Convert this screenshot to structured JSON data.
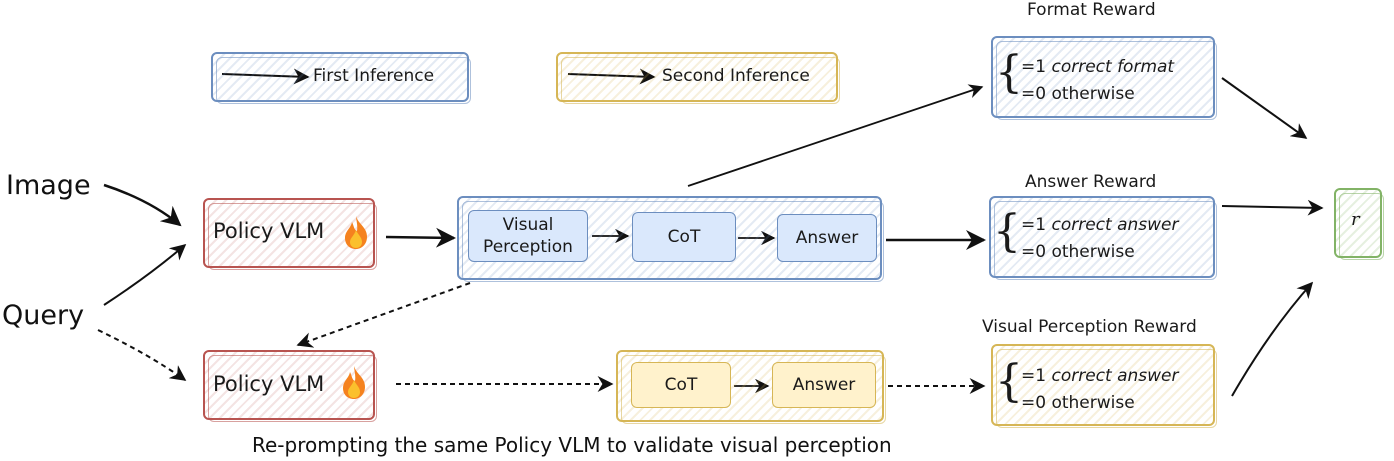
{
  "legend": {
    "first_inference": "First Inference",
    "second_inference": "Second Inference"
  },
  "inputs": {
    "image": "Image",
    "query": "Query"
  },
  "policy": {
    "top_label": "Policy VLM",
    "bottom_label": "Policy VLM",
    "icon": "fire-icon"
  },
  "first_pipeline": {
    "visual_perception_line1": "Visual",
    "visual_perception_line2": "Perception",
    "cot": "CoT",
    "answer": "Answer"
  },
  "second_pipeline": {
    "cot": "CoT",
    "answer": "Answer"
  },
  "rewards": {
    "format": {
      "title": "Format Reward",
      "line1_prefix": "=1 ",
      "line1_italic": "correct format",
      "line2": "=0 otherwise"
    },
    "answer": {
      "title": "Answer Reward",
      "line1_prefix": "=1 ",
      "line1_italic": "correct answer",
      "line2": "=0 otherwise"
    },
    "visual_perception": {
      "title": "Visual Perception Reward",
      "line1_prefix": "=1 ",
      "line1_italic": "correct answer",
      "line2": "=0 otherwise"
    }
  },
  "total_reward": "r",
  "caption": "Re-prompting the same Policy VLM to validate visual perception",
  "colors": {
    "blue_border": "#6c8ebf",
    "blue_fill": "#dae8fc",
    "red_border": "#b85450",
    "yellow_border": "#d6b656",
    "yellow_fill": "#fff2cc",
    "green_border": "#82b366"
  }
}
